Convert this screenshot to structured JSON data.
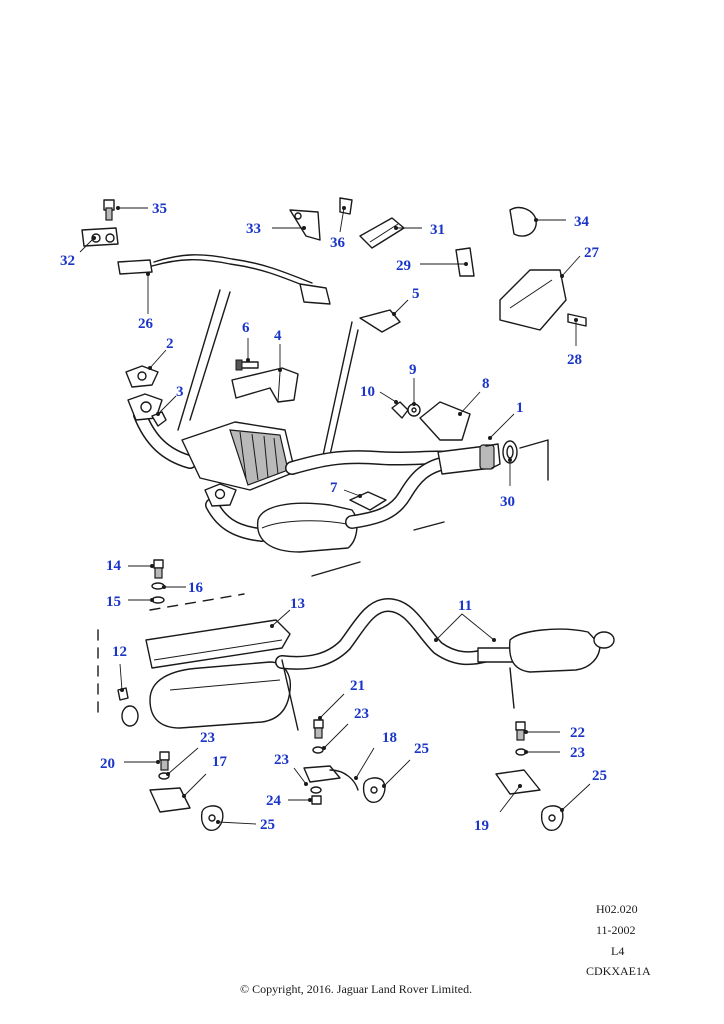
{
  "callouts": [
    {
      "n": "1"
    },
    {
      "n": "2"
    },
    {
      "n": "3"
    },
    {
      "n": "4"
    },
    {
      "n": "5"
    },
    {
      "n": "6"
    },
    {
      "n": "7"
    },
    {
      "n": "8"
    },
    {
      "n": "9"
    },
    {
      "n": "10"
    },
    {
      "n": "11"
    },
    {
      "n": "12"
    },
    {
      "n": "13"
    },
    {
      "n": "14"
    },
    {
      "n": "15"
    },
    {
      "n": "16"
    },
    {
      "n": "17"
    },
    {
      "n": "18"
    },
    {
      "n": "19"
    },
    {
      "n": "20"
    },
    {
      "n": "21"
    },
    {
      "n": "22"
    },
    {
      "n": "23"
    },
    {
      "n": "24"
    },
    {
      "n": "25"
    },
    {
      "n": "26"
    },
    {
      "n": "27"
    },
    {
      "n": "28"
    },
    {
      "n": "29"
    },
    {
      "n": "30"
    },
    {
      "n": "31"
    },
    {
      "n": "32"
    },
    {
      "n": "33"
    },
    {
      "n": "34"
    },
    {
      "n": "35"
    },
    {
      "n": "36"
    }
  ],
  "colors": {
    "callout": "#1a35c8",
    "line": "#1a1a1a",
    "shade": "#b9b9b9"
  },
  "footer": {
    "ref": "H02.020",
    "date": "11-2002",
    "page": "L4",
    "code": "CDKXAE1A",
    "copyright": "© Copyright, 2016. Jaguar Land Rover Limited."
  }
}
